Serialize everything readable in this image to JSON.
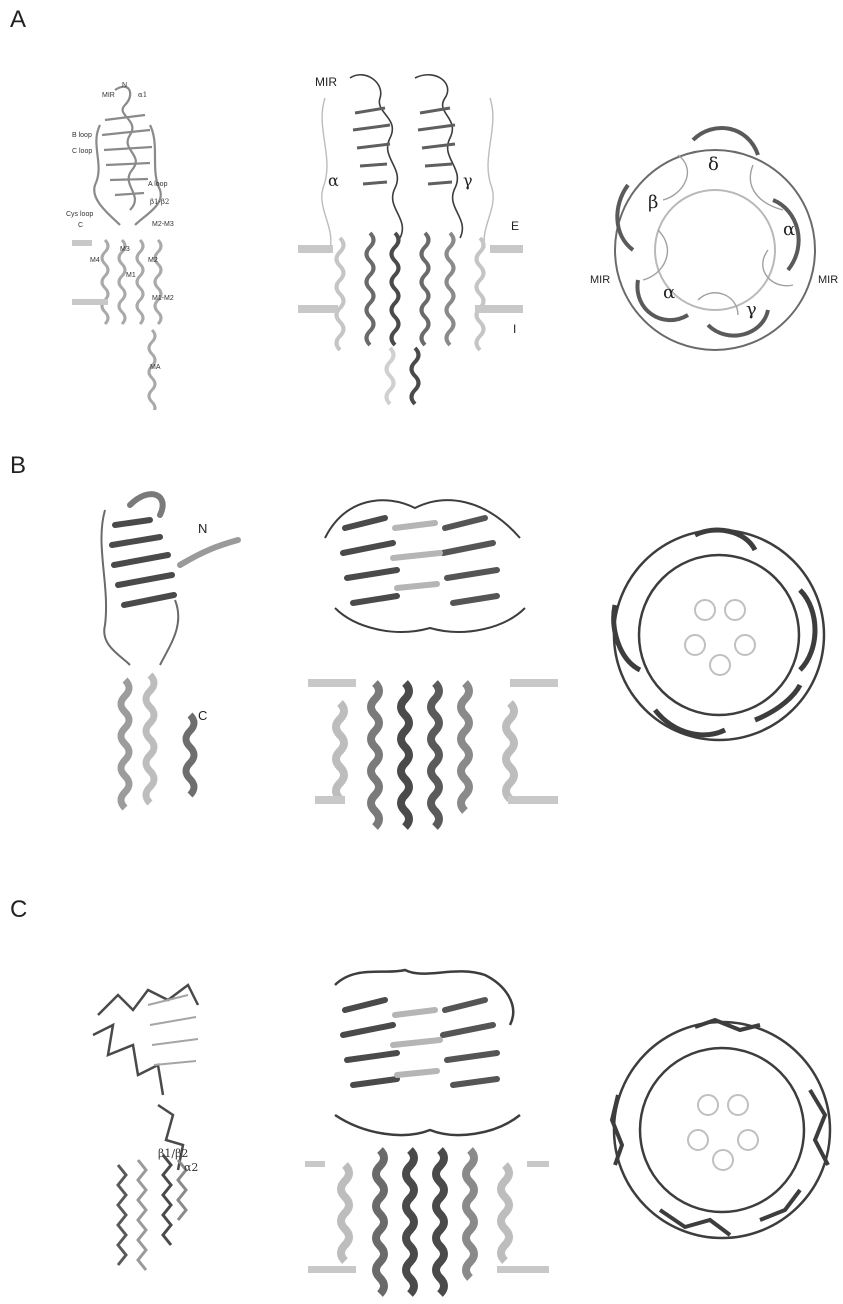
{
  "panels": {
    "A": {
      "letter": "A",
      "subunit_labels": {
        "N": "N",
        "MIR": "MIR",
        "a1": "α1",
        "b_loop": "B loop",
        "c_loop": "C loop",
        "a_loop": "A loop",
        "cys_loop": "Cys loop",
        "b1b2": "β1-β2",
        "m2m3": "M2-M3",
        "m1m2": "M1-M2",
        "c": "C",
        "m1": "M1",
        "m2": "M2",
        "m3": "M3",
        "m4": "M4",
        "ma": "MA"
      },
      "side_labels": {
        "MIR": "MIR",
        "alpha": "α",
        "gamma": "γ",
        "E": "E",
        "I": "I"
      },
      "top_labels": {
        "delta": "δ",
        "beta": "β",
        "alpha_right": "α",
        "alpha_left": "α",
        "gamma": "γ",
        "mir_left": "MIR",
        "mir_right": "MIR"
      }
    },
    "B": {
      "letter": "B",
      "labels": {
        "N": "N",
        "C": "C"
      }
    },
    "C": {
      "letter": "C",
      "labels": {
        "b1b2": "β1/β2",
        "a2": "α2"
      }
    }
  },
  "colors": {
    "dark": "#3d3d3d",
    "mid": "#7a7a7a",
    "light": "#b9b9b9",
    "membrane": "#c8c8c8"
  }
}
